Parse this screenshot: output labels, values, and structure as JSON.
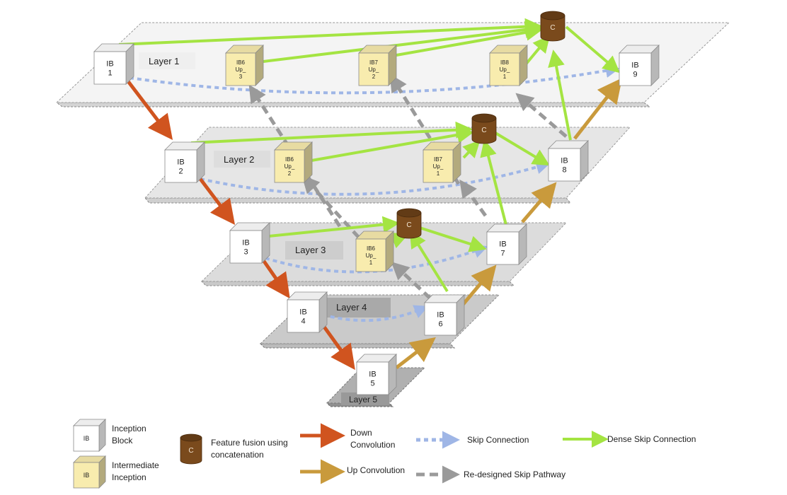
{
  "layers": [
    {
      "label": "Layer 1"
    },
    {
      "label": "Layer 2"
    },
    {
      "label": "Layer 3"
    },
    {
      "label": "Layer 4"
    },
    {
      "label": "Layer 5"
    }
  ],
  "blocks": {
    "ib1": [
      "IB",
      "1"
    ],
    "ib2": [
      "IB",
      "2"
    ],
    "ib3": [
      "IB",
      "3"
    ],
    "ib4": [
      "IB",
      "4"
    ],
    "ib5": [
      "IB",
      "5"
    ],
    "ib6": [
      "IB",
      "6"
    ],
    "ib7": [
      "IB",
      "7"
    ],
    "ib8": [
      "IB",
      "8"
    ],
    "ib9": [
      "IB",
      "9"
    ]
  },
  "intermediate": {
    "l1a": [
      "IB6",
      "Up_",
      "3"
    ],
    "l1b": [
      "IB7",
      "Up_",
      "2"
    ],
    "l1c": [
      "IB8",
      "Up_",
      "1"
    ],
    "l2a": [
      "IB6",
      "Up_",
      "2"
    ],
    "l2b": [
      "IB7",
      "Up_",
      "1"
    ],
    "l3a": [
      "IB6",
      "Up_",
      "1"
    ]
  },
  "concat_label": "C",
  "legend": {
    "ib_cube_label": "IB",
    "inception_block": "Inception Block",
    "intermediate_cube_label": "IB",
    "intermediate_inception": "Intermediate Inception",
    "cyl_label": "C",
    "feature_fusion": "Feature fusion using concatenation",
    "down_convolution": "Down Convolution",
    "up_convolution": "Up Convolution",
    "skip_connection": "Skip Connection",
    "redesigned_skip": "Re-designed Skip Pathway",
    "dense_skip": "Dense Skip Connection"
  },
  "colors": {
    "down": "#d0541f",
    "up": "#c99a3c",
    "skip": "#9fb6e6",
    "dense": "#a4e442",
    "redesigned": "#9a9a9a",
    "cube_white": "#ffffff",
    "cube_yellow": "#f8ecae",
    "cylinder": "#7a4a1c"
  }
}
